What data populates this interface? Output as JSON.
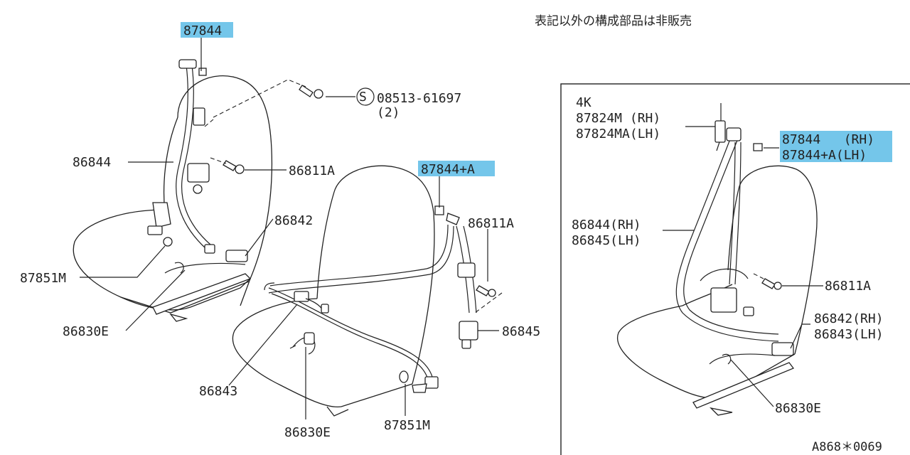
{
  "note": "表記以外の構成部品は非販売",
  "code": "A868＊0069",
  "labels": {
    "p87844_top": "87844",
    "p08513": "08513-61697",
    "p08513_qty": "(2)",
    "p86844_left": "86844",
    "p86811A_left": "86811A",
    "p86842": "86842",
    "p87851M_left": "87851M",
    "p86830E_left": "86830E",
    "p87844A": "87844+A",
    "p86811A_mid": "86811A",
    "p86845": "86845",
    "p86843": "86843",
    "p86830E_mid": "86830E",
    "p87851M_mid": "87851M"
  },
  "inset": {
    "title": "4K",
    "p87824M": "87824M (RH)",
    "p87824MA": "87824MA(LH)",
    "p87844_rh": "87844   (RH)",
    "p87844A_lh": "87844+A(LH)",
    "p86844_rh": "86844(RH)",
    "p86845_lh": "86845(LH)",
    "p86811A": "86811A",
    "p86842_rh": "86842(RH)",
    "p86843_lh": "86843(LH)",
    "p86830E": "86830E"
  }
}
